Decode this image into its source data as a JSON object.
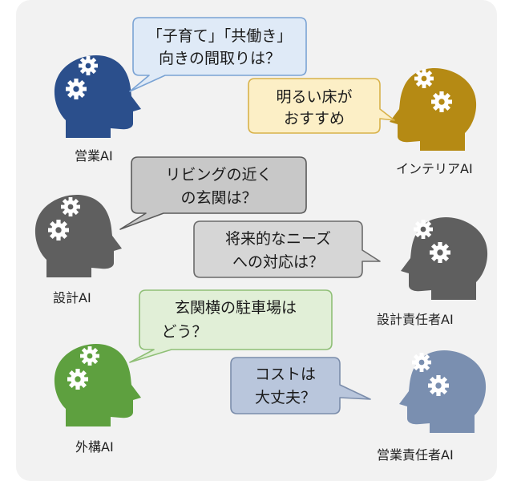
{
  "agents": {
    "sales": {
      "label": "営業AI",
      "color": "#2b4f8c"
    },
    "interior": {
      "label": "インテリアAI",
      "color": "#b58a14"
    },
    "design": {
      "label": "設計AI",
      "color": "#5f5f5f"
    },
    "design_lead": {
      "label": "設計責任者AI",
      "color": "#5f5f5f"
    },
    "exterior": {
      "label": "外構AI",
      "color": "#5ea03f"
    },
    "sales_lead": {
      "label": "営業責任者AI",
      "color": "#7a8fb0"
    }
  },
  "bubbles": {
    "sales": {
      "line1": "「子育て」「共働き」",
      "line2": "向きの間取りは？",
      "fill": "#dfeaf7",
      "stroke": "#7aa3d4"
    },
    "interior": {
      "line1": "明るい床が",
      "line2": "おすすめ",
      "fill": "#fcefc6",
      "stroke": "#d8b24a"
    },
    "design": {
      "line1": "リビングの近く",
      "line2": "の玄関は？",
      "fill": "#c8c8c8",
      "stroke": "#5a5a5a"
    },
    "design_lead": {
      "line1": "将来的なニーズ",
      "line2": "への対応は？",
      "fill": "#d6d6d6",
      "stroke": "#6a6a6a"
    },
    "exterior": {
      "line1": "玄関横の駐車場は",
      "line2": "どう？",
      "fill": "#e1efd7",
      "stroke": "#8fbf76"
    },
    "sales_lead": {
      "line1": "コストは",
      "line2": "大丈夫？",
      "fill": "#b9c6dc",
      "stroke": "#7b8dab"
    }
  }
}
